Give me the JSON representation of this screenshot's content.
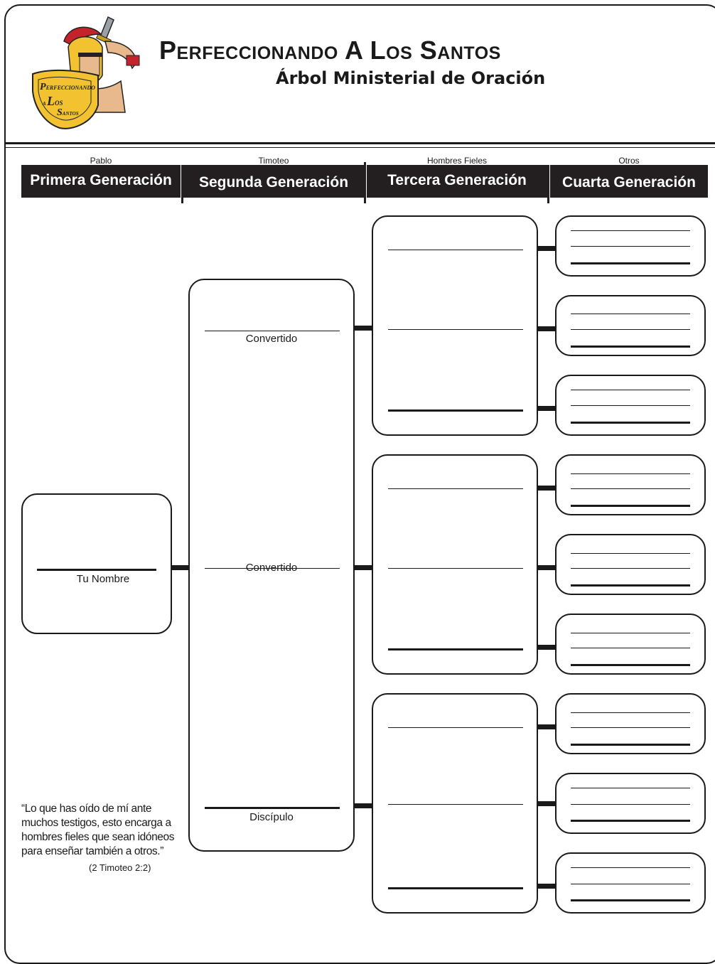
{
  "header": {
    "title": "Perfeccionando A Los Santos",
    "subtitle": "Árbol Ministerial de Oración",
    "logo_text": "PERFECCIONANDO A LOS SANTOS"
  },
  "generations": [
    {
      "role": "Pablo",
      "title": "Primera Generación"
    },
    {
      "role": "Timoteo",
      "title": "Segunda Generación"
    },
    {
      "role": "Hombres Fieles",
      "title": "Tercera Generación"
    },
    {
      "role": "Otros",
      "title": "Cuarta Generación"
    }
  ],
  "first_gen": {
    "name_label": "Tu Nombre"
  },
  "second_gen": {
    "labels": [
      "Convertido",
      "Convertido",
      "Discípulo"
    ]
  },
  "quote": {
    "text": "“Lo que has oído de mí ante muchos testigos, esto encarga a hombres fieles que sean idóneos para enseñar también a otros.”",
    "citation": "(2 Timoteo 2:2)"
  },
  "colors": {
    "ink": "#1a1a1a",
    "header_bar": "#231f20",
    "logo_gold": "#f2c230",
    "logo_red": "#c4232b"
  }
}
